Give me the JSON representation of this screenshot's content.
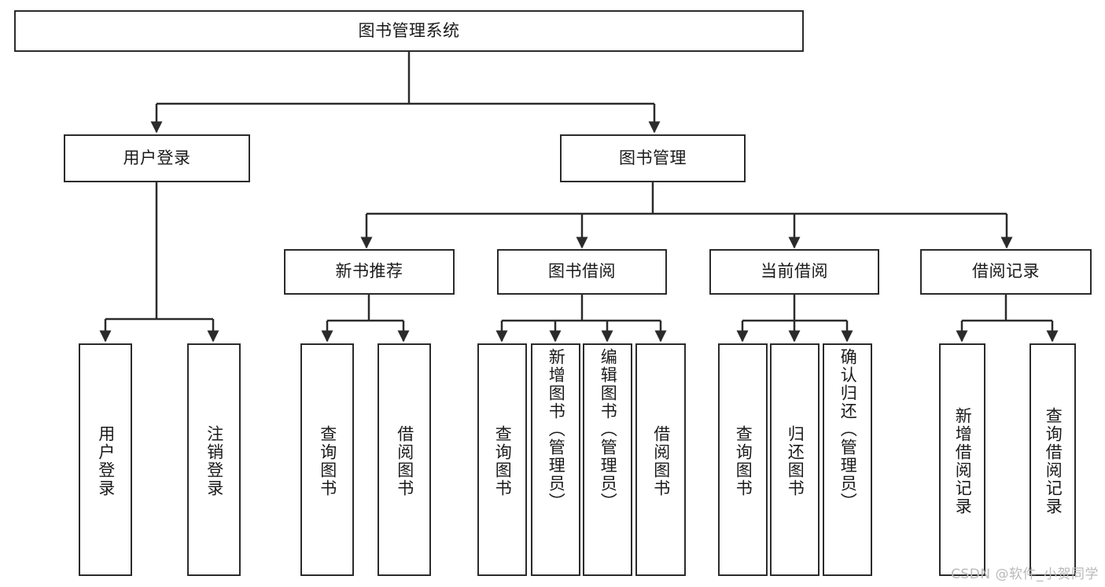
{
  "diagram": {
    "title": "图书管理系统",
    "type": "tree-hierarchy",
    "watermark": "CSDN @软件_小贺同学",
    "colors": {
      "stroke": "#2b2b2b",
      "fill": "#ffffff",
      "text": "#1a1a1a",
      "watermark": "#b9b9b9"
    }
  },
  "nodes": {
    "root": {
      "label": "图书管理系统",
      "orientation": "horizontal"
    },
    "level2": [
      {
        "id": "user-login",
        "label": "用户登录",
        "orientation": "horizontal"
      },
      {
        "id": "book-manage",
        "label": "图书管理",
        "orientation": "horizontal"
      }
    ],
    "level3": [
      {
        "id": "new-book-rec",
        "label": "新书推荐",
        "orientation": "horizontal"
      },
      {
        "id": "book-borrow",
        "label": "图书借阅",
        "orientation": "horizontal"
      },
      {
        "id": "current-borrow",
        "label": "当前借阅",
        "orientation": "horizontal"
      },
      {
        "id": "borrow-record",
        "label": "借阅记录",
        "orientation": "horizontal"
      }
    ],
    "leaves": {
      "user-login": [
        {
          "id": "leaf-user-login",
          "label": "用户登录",
          "orientation": "vertical",
          "align": "center"
        },
        {
          "id": "leaf-logout",
          "label": "注销登录",
          "orientation": "vertical",
          "align": "center"
        }
      ],
      "new-book-rec": [
        {
          "id": "leaf-query-book-1",
          "label": "查询图书",
          "orientation": "vertical",
          "align": "center"
        },
        {
          "id": "leaf-borrow-book-1",
          "label": "借阅图书",
          "orientation": "vertical",
          "align": "center"
        }
      ],
      "book-borrow": [
        {
          "id": "leaf-query-book-2",
          "label": "查询图书",
          "orientation": "vertical",
          "align": "center"
        },
        {
          "id": "leaf-add-book",
          "label": "新增图书（管理员）",
          "orientation": "vertical",
          "align": "top"
        },
        {
          "id": "leaf-edit-book",
          "label": "编辑图书（管理员）",
          "orientation": "vertical",
          "align": "top"
        },
        {
          "id": "leaf-borrow-book-2",
          "label": "借阅图书",
          "orientation": "vertical",
          "align": "center"
        }
      ],
      "current-borrow": [
        {
          "id": "leaf-query-book-3",
          "label": "查询图书",
          "orientation": "vertical",
          "align": "center"
        },
        {
          "id": "leaf-return-book",
          "label": "归还图书",
          "orientation": "vertical",
          "align": "center"
        },
        {
          "id": "leaf-confirm-return",
          "label": "确认归还（管理员）",
          "orientation": "vertical",
          "align": "top"
        }
      ],
      "borrow-record": [
        {
          "id": "leaf-add-record",
          "label": "新增借阅记录",
          "orientation": "vertical",
          "align": "center"
        },
        {
          "id": "leaf-query-record",
          "label": "查询借阅记录",
          "orientation": "vertical",
          "align": "center"
        }
      ]
    }
  }
}
